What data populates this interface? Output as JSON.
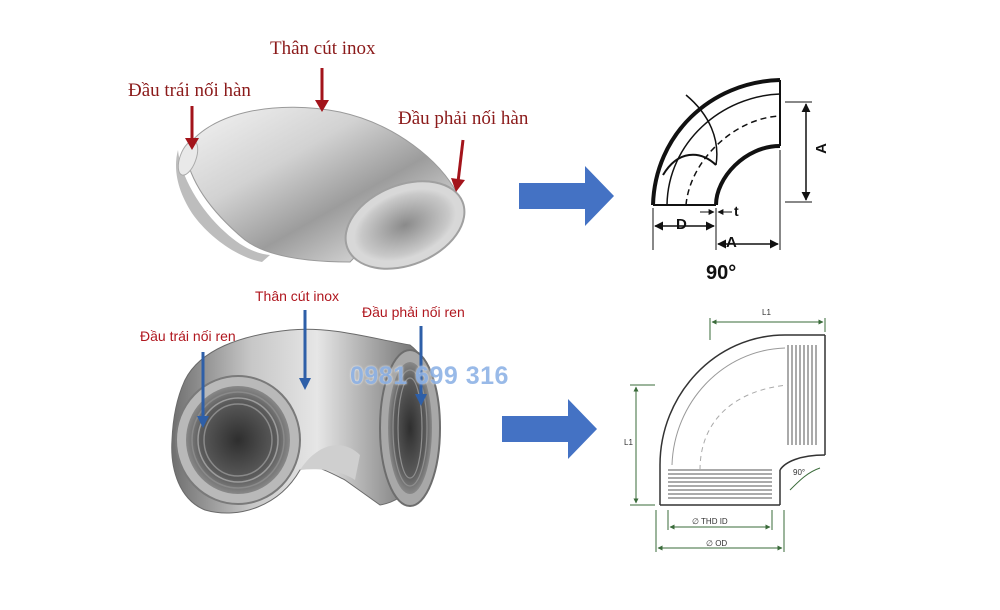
{
  "top": {
    "label_body": "Thân cút inox",
    "label_left_end": "Đầu trái nối hàn",
    "label_right_end": "Đầu phải nối hàn",
    "dim_a_vertical": "A",
    "dim_a_horizontal": "A",
    "dim_d": "D",
    "dim_t": "t",
    "angle": "90°"
  },
  "bottom": {
    "label_body": "Thân cút inox",
    "label_left_end": "Đầu trái nối ren",
    "label_right_end": "Đầu phải nối ren",
    "dim_l1_top": "L1",
    "dim_l1_side": "L1",
    "dim_thd_id": "∅ THD ID",
    "dim_od": "∅ OD",
    "angle": "90°"
  },
  "watermark_phone": "0981 699 316",
  "colors": {
    "label_red": "#8b1a1a",
    "arrow_blue": "#4472c4",
    "pointer_red": "#a3141b",
    "pointer_blue": "#2e5fa8"
  }
}
